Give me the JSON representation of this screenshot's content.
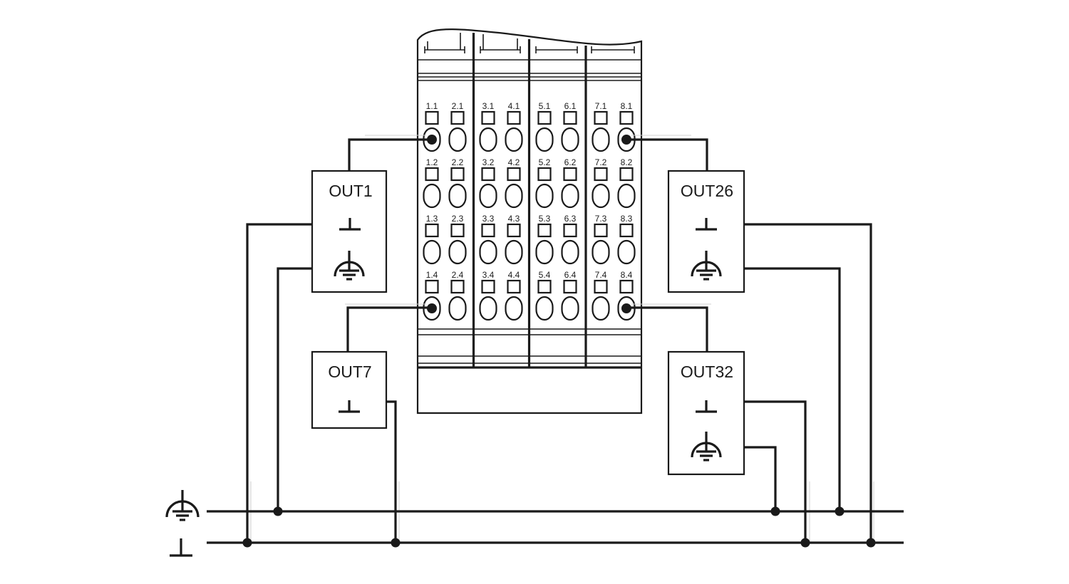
{
  "diagram": {
    "devices": [
      {
        "id": "out1",
        "label": "OUT1",
        "has_pe": true
      },
      {
        "id": "out7",
        "label": "OUT7",
        "has_pe": false
      },
      {
        "id": "out26",
        "label": "OUT26",
        "has_pe": true
      },
      {
        "id": "out32",
        "label": "OUT32",
        "has_pe": true
      }
    ],
    "terminals": [
      {
        "module": 1,
        "row": 1,
        "left": "1.1",
        "right": "2.1"
      },
      {
        "module": 1,
        "row": 2,
        "left": "1.2",
        "right": "2.2"
      },
      {
        "module": 1,
        "row": 3,
        "left": "1.3",
        "right": "2.3"
      },
      {
        "module": 1,
        "row": 4,
        "left": "1.4",
        "right": "2.4"
      },
      {
        "module": 2,
        "row": 1,
        "left": "3.1",
        "right": "4.1"
      },
      {
        "module": 2,
        "row": 2,
        "left": "3.2",
        "right": "4.2"
      },
      {
        "module": 2,
        "row": 3,
        "left": "3.3",
        "right": "4.3"
      },
      {
        "module": 2,
        "row": 4,
        "left": "3.4",
        "right": "4.4"
      },
      {
        "module": 3,
        "row": 1,
        "left": "5.1",
        "right": "6.1"
      },
      {
        "module": 3,
        "row": 2,
        "left": "5.2",
        "right": "6.2"
      },
      {
        "module": 3,
        "row": 3,
        "left": "5.3",
        "right": "6.3"
      },
      {
        "module": 3,
        "row": 4,
        "left": "5.4",
        "right": "6.4"
      },
      {
        "module": 4,
        "row": 1,
        "left": "7.1",
        "right": "8.1"
      },
      {
        "module": 4,
        "row": 2,
        "left": "7.2",
        "right": "8.2"
      },
      {
        "module": 4,
        "row": 3,
        "left": "7.3",
        "right": "8.3"
      },
      {
        "module": 4,
        "row": 4,
        "left": "7.4",
        "right": "8.4"
      }
    ],
    "connected_terminals": [
      "1.1",
      "1.4",
      "8.1",
      "8.4"
    ],
    "buses": [
      {
        "id": "pe-bus",
        "symbol": "protective-earth-icon"
      },
      {
        "id": "functional-ground-bus",
        "symbol": "ground-icon"
      }
    ],
    "line_color": "#1a1a1a"
  }
}
